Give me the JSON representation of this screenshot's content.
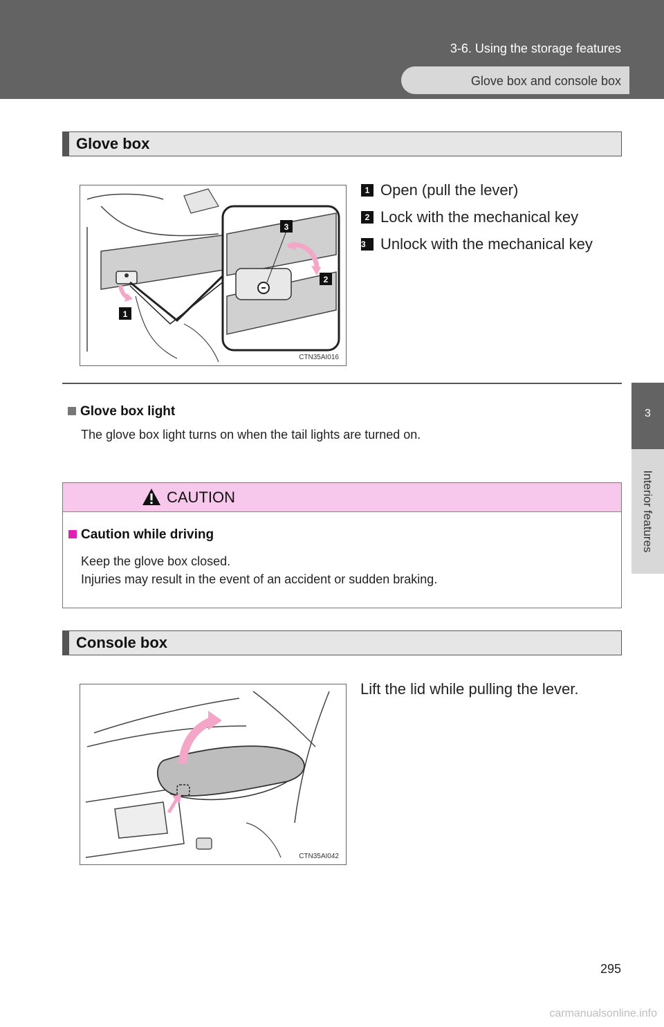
{
  "header": {
    "section": "3-6. Using the storage features",
    "subsection": "Glove box and console box"
  },
  "side_tab": {
    "chapter_number": "3",
    "chapter_title": "Interior features"
  },
  "glove_box": {
    "heading": "Glove box",
    "figure_code": "CTN35AI016",
    "callouts": [
      "1",
      "2",
      "3"
    ],
    "steps": [
      {
        "number": "1",
        "text": "Open (pull the lever)"
      },
      {
        "number": "2",
        "text": "Lock with the mechanical key"
      },
      {
        "number": "3",
        "text": "Unlock with the mechanical key"
      }
    ]
  },
  "glove_box_light": {
    "title": "Glove box light",
    "body": "The glove box light turns on when the tail lights are turned on."
  },
  "caution": {
    "label": "CAUTION",
    "title": "Caution while driving",
    "lines": [
      "Keep the glove box closed.",
      "Injuries may result in the event of an accident or sudden braking."
    ]
  },
  "console_box": {
    "heading": "Console box",
    "figure_code": "CTN35AI042",
    "text": "Lift the lid while pulling the lever."
  },
  "footer": {
    "page_number": "295",
    "watermark": "carmanualsonline.info"
  },
  "colors": {
    "header_band": "#636363",
    "caution_head": "#f8c8ec",
    "caution_bullet": "#e020b0",
    "arrow_pink": "#f4a6c8"
  }
}
